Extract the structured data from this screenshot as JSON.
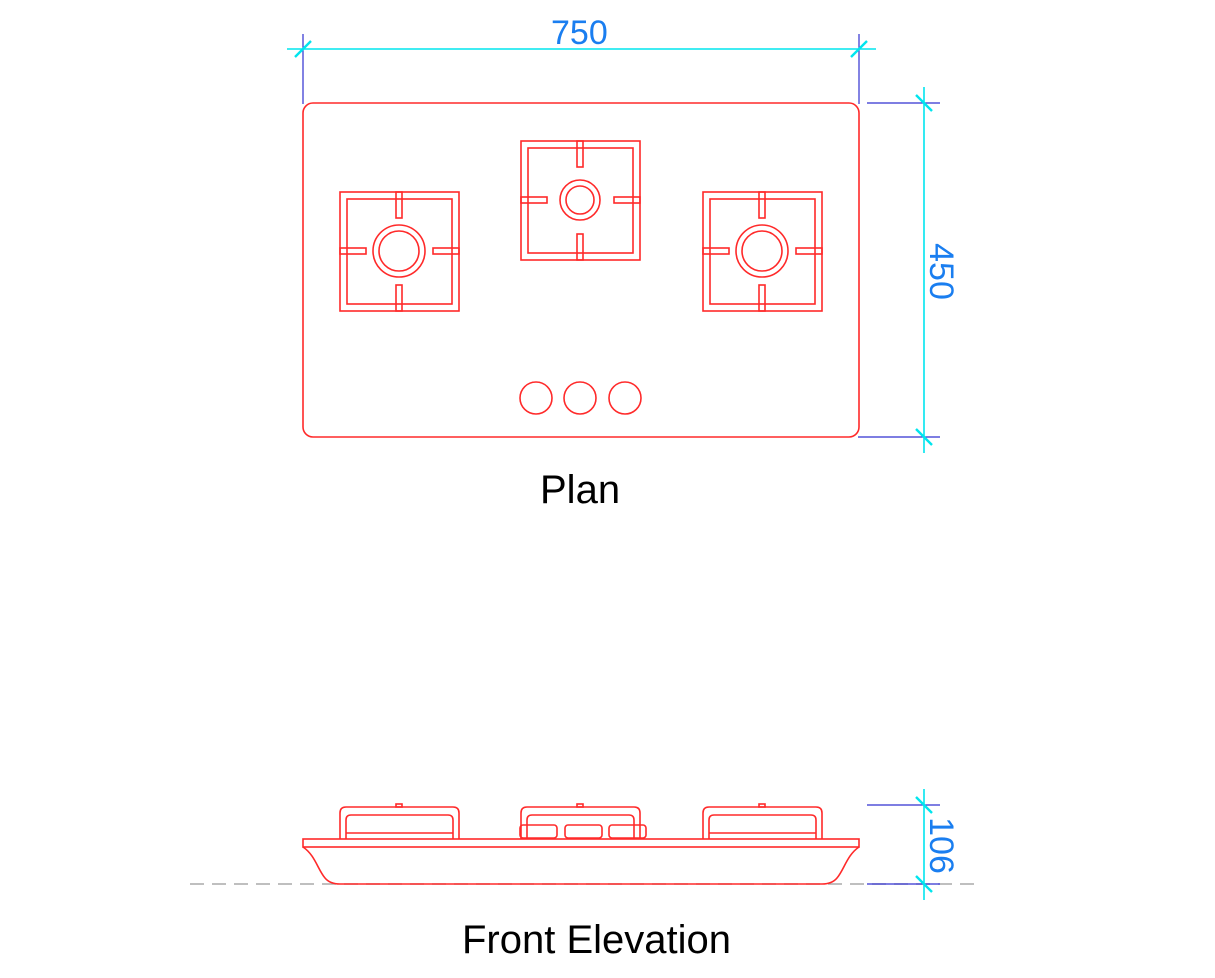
{
  "drawing": {
    "subject": "3-burner gas hob",
    "views": {
      "plan": {
        "title": "Plan"
      },
      "front_elevation": {
        "title": "Front Elevation"
      }
    },
    "dimensions": {
      "width": "750",
      "depth": "450",
      "height": "106"
    },
    "colors": {
      "object_lines": "#ff2a2a",
      "dimension_lines": "#00e5ee",
      "extension_lines": "#3030d0",
      "dimension_text": "#1a7ef0",
      "ground_line": "#aaaaaa",
      "labels": "#000000"
    },
    "plan_elements": {
      "burners": 3,
      "control_knobs": 3
    }
  }
}
